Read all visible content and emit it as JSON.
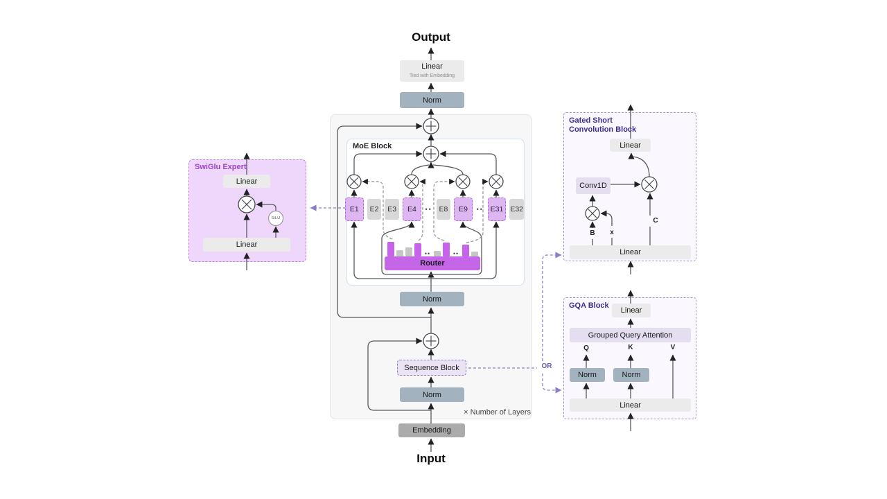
{
  "output_label": "Output",
  "input_label": "Input",
  "head": {
    "linear": "Linear",
    "tied_note": "Tied with Embedding",
    "norm": "Norm"
  },
  "layer": {
    "repeat_note": "× Number of Layers",
    "norm_after_moe": "Norm",
    "norm_before_seq": "Norm",
    "sequence_block": "Sequence Block",
    "moe": {
      "label": "MoE Block",
      "experts": [
        {
          "label": "E1",
          "selected": true
        },
        {
          "label": "E2"
        },
        {
          "label": "E3"
        },
        {
          "label": "E4",
          "selected": true
        },
        {
          "dots": true
        },
        {
          "label": "E8"
        },
        {
          "label": "E9",
          "selected": true
        },
        {
          "dots": true
        },
        {
          "label": "E31",
          "selected": true
        },
        {
          "label": "E32"
        }
      ],
      "router": {
        "label": "Router",
        "bars": [
          {
            "h": 21,
            "c": "p"
          },
          {
            "h": 9,
            "c": "g"
          },
          {
            "h": 13,
            "c": "g"
          },
          {
            "h": 19,
            "c": "p"
          },
          {
            "dots": true
          },
          {
            "h": 8,
            "c": "g"
          },
          {
            "h": 20,
            "c": "p"
          },
          {
            "dots": true
          },
          {
            "h": 17,
            "c": "p"
          },
          {
            "h": 7,
            "c": "g"
          }
        ]
      }
    }
  },
  "embedding_label": "Embedding",
  "or_label": "OR",
  "swiglu": {
    "label": "SwiGlu Expert",
    "linear_top": "Linear",
    "linear_bottom": "Linear",
    "silu": "SiLU"
  },
  "conv_block": {
    "label_line1": "Gated Short",
    "label_line2": "Convolution Block",
    "linear_top": "Linear",
    "conv1d": "Conv1D",
    "linear_bottom": "Linear",
    "b": "B",
    "x": "x",
    "c": "C"
  },
  "gqa_block": {
    "label": "GQA Block",
    "linear_top": "Linear",
    "attention": "Grouped Query Attention",
    "norm_q": "Norm",
    "norm_k": "Norm",
    "linear_bottom": "Linear",
    "q": "Q",
    "k": "K",
    "v": "V"
  },
  "colors": {
    "slate": "#a2b3bf",
    "gray-box": "#ebebeb",
    "embed": "#ababab",
    "router": "#c566e8",
    "bar-purple": "#c763ea",
    "bar-gray": "#c6c6c6",
    "expert-purple": "#ddb6f2",
    "expert-border": "#b55fd8",
    "expert-gray": "#d8d8d8",
    "lavender": "#e4def0",
    "block-bg": "#faf8fe",
    "block-border": "#a393d4",
    "block-label": "#3f2d92",
    "swiglu-bg": "#eed7fa",
    "swiglu-border": "#c77ae8",
    "swiglu-label": "#9d44c9",
    "seq-bg": "#eae3f3",
    "seq-border": "#9277c8",
    "or": "#6f5bb5",
    "dash-purple": "#8d7cc9",
    "line": "#55585e",
    "container-bg": "#f7f7f8",
    "moe-border": "#cfdef2"
  }
}
